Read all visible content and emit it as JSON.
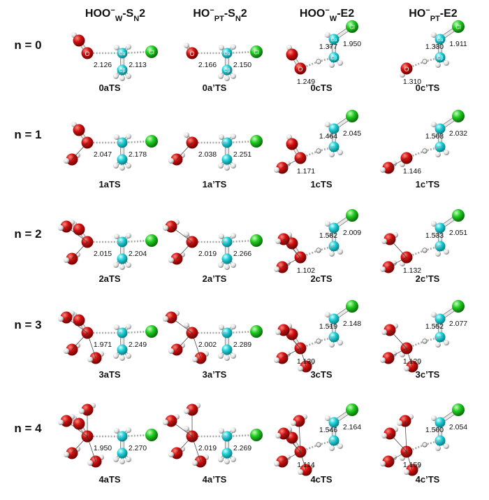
{
  "column_headers": [
    {
      "base": "HOO",
      "sup": "−",
      "sub": "W",
      "tail": "-S",
      "tail_sub": "N",
      "end": "2"
    },
    {
      "base": "HO",
      "sup": "−",
      "sub": "PT",
      "tail": "-S",
      "tail_sub": "N",
      "end": "2"
    },
    {
      "base": "HOO",
      "sup": "−",
      "sub": "W",
      "tail": "-E2",
      "tail_sub": "",
      "end": ""
    },
    {
      "base": "HO",
      "sup": "−",
      "sub": "PT",
      "tail": "-E2",
      "tail_sub": "",
      "end": ""
    }
  ],
  "rows": [
    {
      "label": "n = 0",
      "cells": [
        {
          "name": "0aTS",
          "distances": [
            "2.126",
            "2.113"
          ],
          "atom_labels": [
            "O",
            "C",
            "C",
            "Cl"
          ]
        },
        {
          "name": "0a’TS",
          "distances": [
            "2.166",
            "2.150"
          ],
          "atom_labels": [
            "O",
            "C",
            "C",
            "Cl"
          ]
        },
        {
          "name": "0cTS",
          "distances": [
            "1.377",
            "1.950",
            "1.249"
          ],
          "atom_labels": [
            "O",
            "H",
            "C",
            "C",
            "Cl"
          ]
        },
        {
          "name": "0c’TS",
          "distances": [
            "1.330",
            "1.911",
            "1.310"
          ],
          "atom_labels": [
            "O",
            "H",
            "C",
            "C",
            "Cl"
          ]
        }
      ]
    },
    {
      "label": "n = 1",
      "cells": [
        {
          "name": "1aTS",
          "distances": [
            "2.047",
            "2.178"
          ]
        },
        {
          "name": "1a’TS",
          "distances": [
            "2.038",
            "2.251"
          ]
        },
        {
          "name": "1cTS",
          "distances": [
            "1.464",
            "2.045",
            "1.171"
          ]
        },
        {
          "name": "1c’TS",
          "distances": [
            "1.508",
            "2.032",
            "1.146"
          ]
        }
      ]
    },
    {
      "label": "n = 2",
      "cells": [
        {
          "name": "2aTS",
          "distances": [
            "2.015",
            "2.204"
          ]
        },
        {
          "name": "2a’TS",
          "distances": [
            "2.019",
            "2.266"
          ]
        },
        {
          "name": "2cTS",
          "distances": [
            "1.582",
            "2.009",
            "1.102"
          ]
        },
        {
          "name": "2c’TS",
          "distances": [
            "1.533",
            "2.051",
            "1.132"
          ]
        }
      ]
    },
    {
      "label": "n = 3",
      "cells": [
        {
          "name": "3aTS",
          "distances": [
            "1.971",
            "2.249"
          ]
        },
        {
          "name": "3a’TS",
          "distances": [
            "2.002",
            "2.289"
          ]
        },
        {
          "name": "3cTS",
          "distances": [
            "1.519",
            "2.148",
            "1.130"
          ]
        },
        {
          "name": "3c’TS",
          "distances": [
            "1.552",
            "2.077",
            "1.120"
          ]
        }
      ]
    },
    {
      "label": "n = 4",
      "cells": [
        {
          "name": "4aTS",
          "distances": [
            "1.950",
            "2.270"
          ]
        },
        {
          "name": "4a’TS",
          "distances": [
            "2.019",
            "2.269"
          ]
        },
        {
          "name": "4cTS",
          "distances": [
            "1.546",
            "2.164",
            "1.114"
          ]
        },
        {
          "name": "4c’TS",
          "distances": [
            "1.500",
            "2.054",
            "1.159"
          ]
        }
      ]
    }
  ],
  "colors": {
    "oxygen": "#d01010",
    "carbon": "#1fd0d8",
    "chlorine": "#22cc22",
    "hydrogen": "#e6e6e6",
    "bond": "#bdbdbd",
    "text": "#111111"
  }
}
